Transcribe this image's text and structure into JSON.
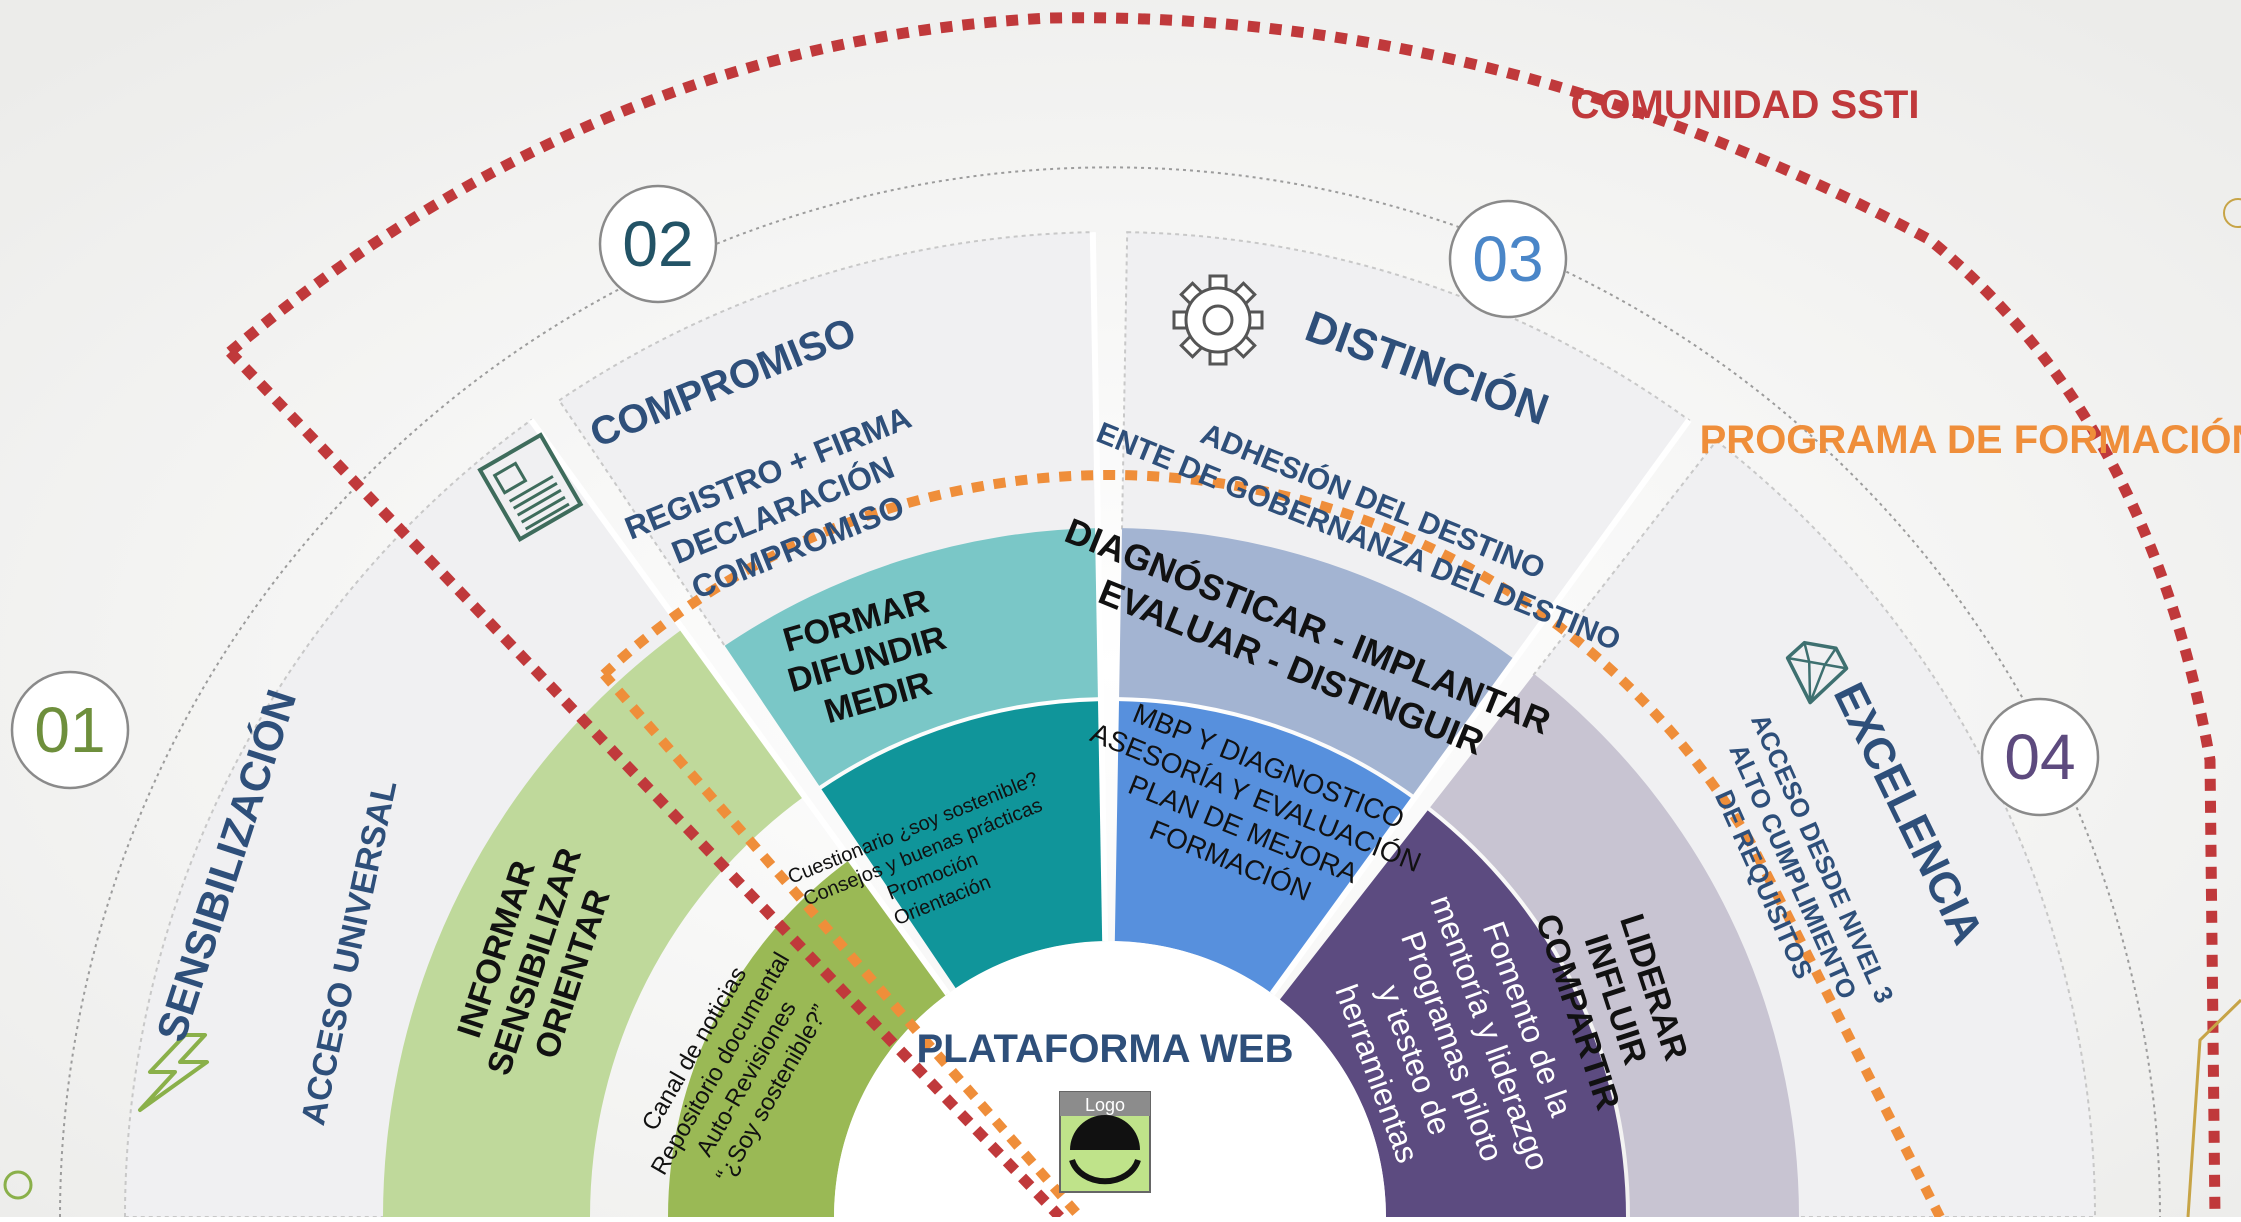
{
  "community": {
    "label": "COMUNIDAD SSTI",
    "color": "#c0393b"
  },
  "training": {
    "label": "PROGRAMA DE FORMACIÓN",
    "color": "#ef8e3a"
  },
  "center": {
    "title": "PLATAFORMA WEB",
    "logo_label": "Logo"
  },
  "stages": [
    {
      "number": "01",
      "title": "SENSIBILIZACIÓN",
      "access": "ACCESO UNIVERSAL",
      "verbs": [
        "INFORMAR",
        "SENSIBILIZAR",
        "ORIENTAR"
      ],
      "tools": [
        "Canal de noticias",
        "Repositorio documental",
        "Auto-Revisiones",
        "“¿Soy sostenible?”"
      ],
      "number_color": "#6e8f3c",
      "icon": "lightning-icon"
    },
    {
      "number": "02",
      "title": "COMPROMISO",
      "access": [
        "REGISTRO + FIRMA",
        "DECLARACIÓN",
        "COMPROMISO"
      ],
      "verbs": [
        "FORMAR",
        "DIFUNDIR",
        "MEDIR"
      ],
      "tools": [
        "Cuestionario ¿soy sostenible?",
        "Consejos y buenas prácticas",
        "Promoción",
        "Orientación"
      ],
      "number_color": "#225366",
      "icon": "newspaper-icon"
    },
    {
      "number": "03",
      "title": "DISTINCIÓN",
      "access": [
        "ADHESIÓN DEL DESTINO",
        "ENTE DE GOBERNANZA DEL DESTINO"
      ],
      "verbs": [
        "DIAGNÓSTICAR - IMPLANTAR",
        "EVALUAR - DISTINGUIR"
      ],
      "tools": [
        "MBP Y DIAGNOSTICO",
        "ASESORÍA Y EVALUACIÓN",
        "PLAN DE MEJORA",
        "FORMACIÓN"
      ],
      "number_color": "#4a86c8",
      "icon": "gear-icon"
    },
    {
      "number": "04",
      "title": "EXCELENCIA",
      "access": [
        "ACCESO DESDE NIVEL 3",
        "ALTO CUMPLIMIENTO",
        "DE REQUISITOS"
      ],
      "verbs": [
        "LIDERAR",
        "INFLUIR",
        "COMPARTIR"
      ],
      "tools": [
        "Fomento de la",
        "mentoría y liderazgo",
        "Programas piloto",
        "y testeo de",
        "herramientas"
      ],
      "number_color": "#5d4a7e",
      "icon": "diamond-icon"
    }
  ],
  "colors": {
    "title_blue": "#2e4f7a",
    "s1_outer": "#f0f0f2",
    "s1_mid": "#bfd99b",
    "s1_inner": "#9ab955",
    "s2_outer": "#f0f0f2",
    "s2_mid": "#7ac7c7",
    "s2_inner": "#10959a",
    "s3_outer": "#f0f0f2",
    "s3_mid": "#a3b4d2",
    "s3_inner": "#5790dd",
    "s4_outer": "#f0f0f2",
    "s4_mid": "#c8c4d2",
    "s4_inner": "#5c4b80"
  }
}
